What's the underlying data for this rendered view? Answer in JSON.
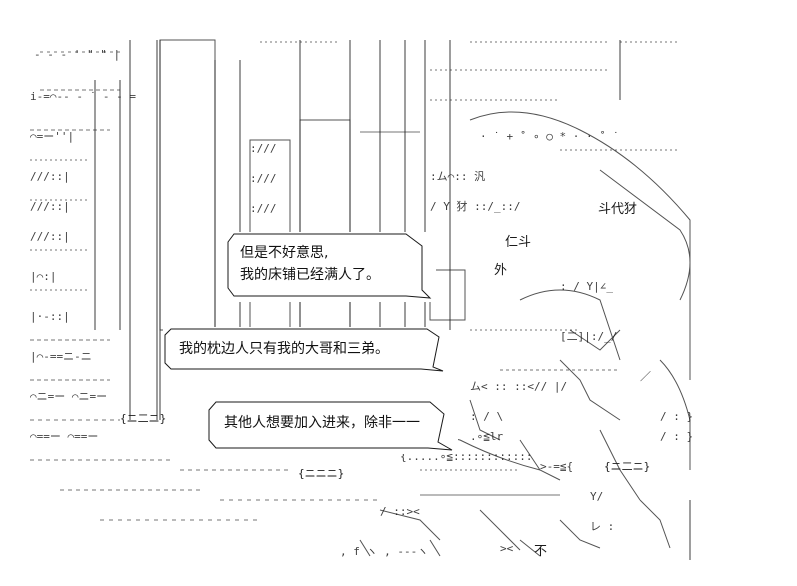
{
  "speech_bubbles": [
    {
      "lines": [
        "但是不好意思,",
        "我的床铺已经满人了。"
      ]
    },
    {
      "lines": [
        "我的枕边人只有我的大哥和三弟。"
      ]
    },
    {
      "lines": [
        "其他人想要加入进来，除非一一"
      ]
    }
  ],
  "captions": {
    "left_tag": "{ニ二ニ}",
    "center_tag": "{ニニニ}",
    "right_tag": "{ニ二ニ}"
  },
  "art_text": {
    "kanji_1": "仁斗",
    "kanji_2": "斗代犲",
    "kanji_3": "外",
    "kanji_4": "不"
  },
  "colors": {
    "ink": "#1a1a1a",
    "background": "#ffffff"
  }
}
